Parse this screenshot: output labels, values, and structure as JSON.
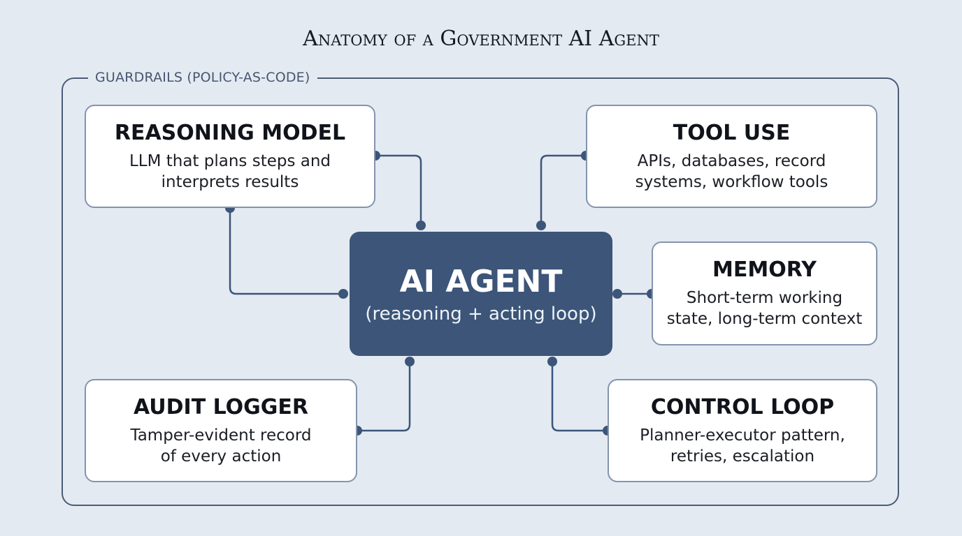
{
  "title": "Anatomy of a Government AI Agent",
  "guardrails_label": "GUARDRAILS (POLICY-AS-CODE)",
  "hub": {
    "title": "AI AGENT",
    "subtitle": "(reasoning + acting loop)"
  },
  "components": {
    "reasoning": {
      "title": "REASONING MODEL",
      "lines": [
        "LLM that plans steps and",
        "interprets results"
      ]
    },
    "tools": {
      "title": "TOOL USE",
      "lines": [
        "APIs, databases, record",
        "systems, workflow tools"
      ]
    },
    "memory": {
      "title": "MEMORY",
      "lines": [
        "Short-term working",
        "state, long-term context"
      ]
    },
    "audit": {
      "title": "AUDIT LOGGER",
      "lines": [
        "Tamper-evident record",
        "of every action"
      ]
    },
    "control": {
      "title": "CONTROL LOOP",
      "lines": [
        "Planner-executor pattern,",
        "retries, escalation"
      ]
    }
  },
  "colors": {
    "background": "#e4eaf2",
    "hub": "#3c5579",
    "connector": "#3c5579",
    "card_border": "#8494ae",
    "frame": "#4a5c77"
  }
}
